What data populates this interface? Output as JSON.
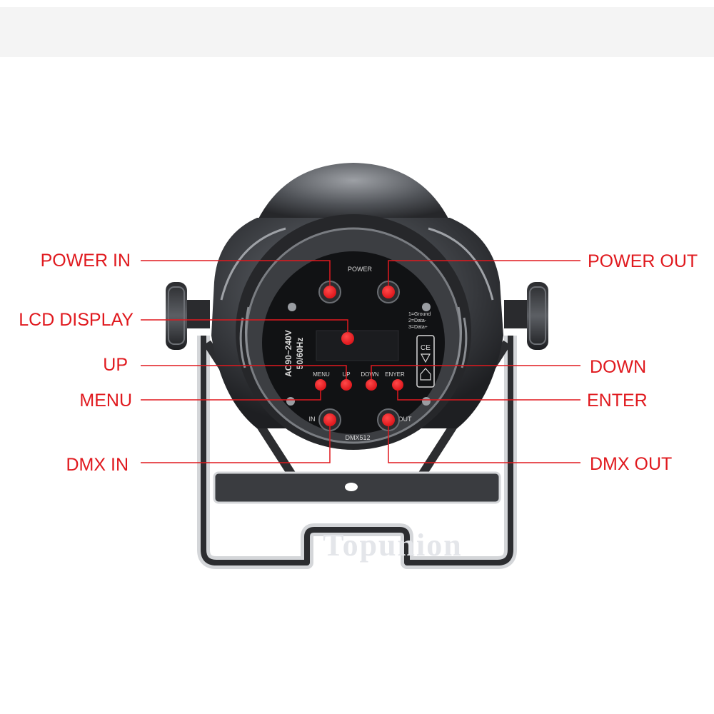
{
  "callouts": {
    "power_in": "POWER IN",
    "power_out": "POWER OUT",
    "lcd_display": "LCD DISPLAY",
    "up": "UP",
    "down": "DOWN",
    "menu": "MENU",
    "enter": "ENTER",
    "dmx_in": "DMX IN",
    "dmx_out": "DMX OUT"
  },
  "panel": {
    "power": "POWER",
    "voltage": "AC90~240V",
    "frequency": "50/60Hz",
    "btn_menu": "MENU",
    "btn_up": "UP",
    "btn_down": "DOWN",
    "btn_enter": "ENYER",
    "port_in": "IN",
    "port_out": "OUT",
    "dmx": "DMX512",
    "pin1": "1=Ground",
    "pin2": "2=Data-",
    "pin3": "3=Data+",
    "ce": "CE"
  },
  "watermark": "Topunion",
  "colors": {
    "accent": "#e0191e",
    "housing": "#3a3c40",
    "panel": "#111214"
  }
}
